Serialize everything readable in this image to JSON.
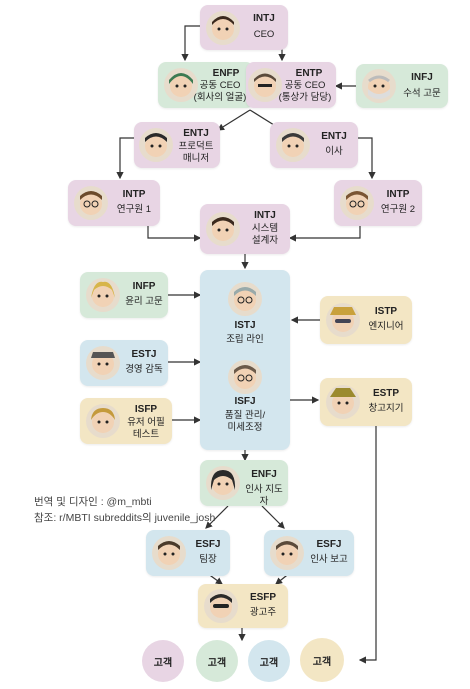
{
  "nodes": {
    "intj_ceo": {
      "code": "INTJ",
      "role": "CEO"
    },
    "enfp": {
      "code": "ENFP",
      "role": "공동 CEO\n(회사의 얼굴)"
    },
    "entp": {
      "code": "ENTP",
      "role": "공동 CEO\n(통상가 담당)"
    },
    "infj": {
      "code": "INFJ",
      "role": "수석 고문"
    },
    "entj_pm": {
      "code": "ENTJ",
      "role": "프로덕트\n매니저"
    },
    "entj_dir": {
      "code": "ENTJ",
      "role": "이사"
    },
    "intp1": {
      "code": "INTP",
      "role": "연구원 1"
    },
    "intp2": {
      "code": "INTP",
      "role": "연구원 2"
    },
    "intj_arch": {
      "code": "INTJ",
      "role": "시스템\n설계자"
    },
    "infp": {
      "code": "INFP",
      "role": "윤리 고문"
    },
    "estj": {
      "code": "ESTJ",
      "role": "경영 감독"
    },
    "isfp": {
      "code": "ISFP",
      "role": "유저 어필\n테스트"
    },
    "istj": {
      "code": "ISTJ",
      "role": "조립 라인"
    },
    "isfj": {
      "code": "ISFJ",
      "role": "품질 관리/\n미세조정"
    },
    "istp": {
      "code": "ISTP",
      "role": "엔지니어"
    },
    "estp": {
      "code": "ESTP",
      "role": "창고지기"
    },
    "enfj": {
      "code": "ENFJ",
      "role": "인사 지도자"
    },
    "esfj1": {
      "code": "ESFJ",
      "role": "팀장"
    },
    "esfj2": {
      "code": "ESFJ",
      "role": "인사 보고"
    },
    "esfp": {
      "code": "ESFP",
      "role": "광고주"
    }
  },
  "customers": [
    "고객",
    "고객",
    "고객",
    "고객"
  ],
  "credits": {
    "line1": "번역 및 디자인 : @m_mbti",
    "line2": "참조:  r/MBTI subreddits의 juvenile_josh"
  },
  "colors": {
    "pink": "#e8d5e4",
    "green": "#d6e9d9",
    "blue": "#d3e6ee",
    "yellow": "#f3e6c4",
    "line": "#333333"
  }
}
